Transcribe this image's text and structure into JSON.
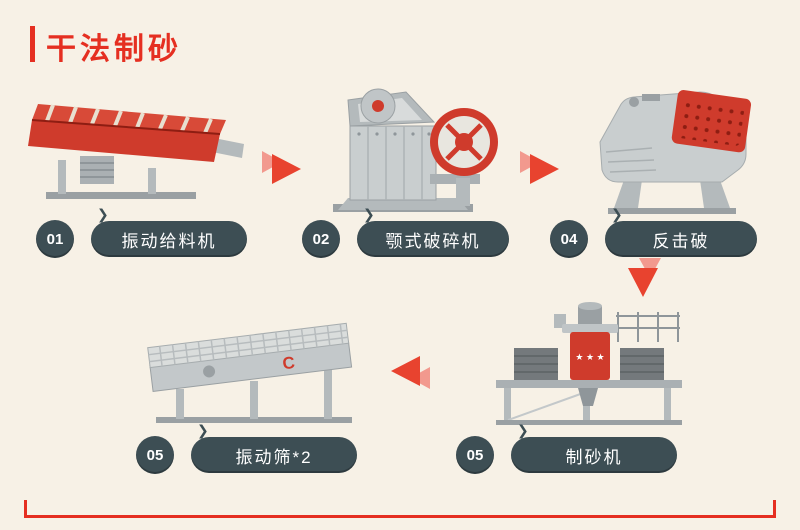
{
  "page": {
    "title": "干法制砂"
  },
  "steps": [
    {
      "number": "01",
      "label": "振动给料机",
      "machine": "vibrating-feeder"
    },
    {
      "number": "02",
      "label": "颚式破碎机",
      "machine": "jaw-crusher"
    },
    {
      "number": "04",
      "label": "反击破",
      "machine": "impact-crusher"
    },
    {
      "number": "05",
      "label": "制砂机",
      "machine": "sand-making-machine"
    },
    {
      "number": "05",
      "label": "振动筛*2",
      "machine": "vibrating-screen"
    }
  ],
  "glyphs": {
    "pill_chevron": "❯"
  },
  "illustration_text": {
    "screen_logo": "C",
    "sand_maker_stars": "★ ★ ★"
  },
  "colors": {
    "background": "#f7f1e6",
    "accent_red": "#e52f21",
    "machine_red": "#cf3b2c",
    "machine_red_dark": "#8e1d12",
    "label_dark": "#3d4e54",
    "arrow_red": "#e8432f",
    "arrow_light": "#f2998e"
  }
}
